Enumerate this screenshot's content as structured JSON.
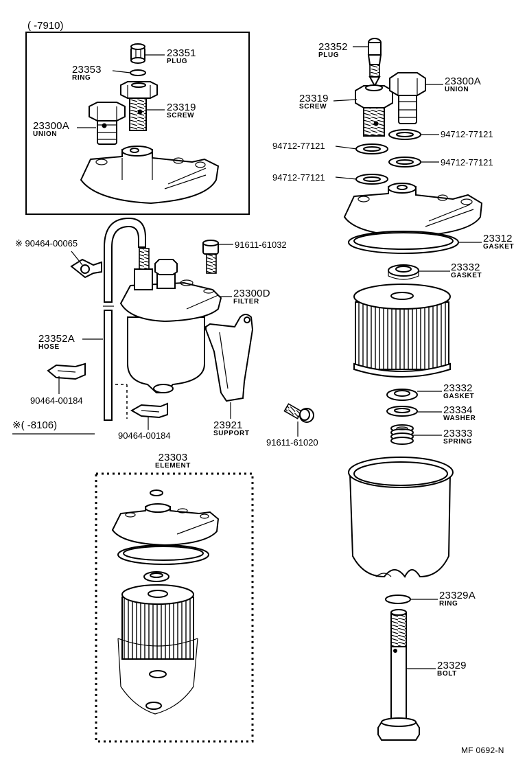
{
  "diagram": {
    "sections": {
      "inset_top": "(      -7910)",
      "inset_mark": "※(      -8106)",
      "element_kit": {
        "number": "23303",
        "name": "ELEMENT"
      }
    },
    "footer_code": "MF  0692-N",
    "callouts": {
      "c23351": {
        "number": "23351",
        "name": "PLUG"
      },
      "c23353": {
        "number": "23353",
        "name": "RING"
      },
      "c23319a": {
        "number": "23319",
        "name": "SCREW"
      },
      "c23300a_left": {
        "number": "23300A",
        "name": "UNION"
      },
      "c23352": {
        "number": "23352",
        "name": "PLUG"
      },
      "c23319b": {
        "number": "23319",
        "name": "SCREW"
      },
      "c23300a_right": {
        "number": "23300A",
        "name": "UNION"
      },
      "c94712_a": {
        "number": "94712-77121"
      },
      "c94712_b": {
        "number": "94712-77121"
      },
      "c94712_c": {
        "number": "94712-77121"
      },
      "c94712_d": {
        "number": "94712-77121"
      },
      "c23312": {
        "number": "23312",
        "name": "GASKET"
      },
      "c90464_65": {
        "number": "※ 90464-00065"
      },
      "c91611_32": {
        "number": "91611-61032"
      },
      "c23300d": {
        "number": "23300D",
        "name": "FILTER"
      },
      "c23332a": {
        "number": "23332",
        "name": "GASKET"
      },
      "c23352a": {
        "number": "23352A",
        "name": "HOSE"
      },
      "c90464_84a": {
        "number": "90464-00184"
      },
      "c90464_84b": {
        "number": "90464-00184"
      },
      "c23921": {
        "number": "23921",
        "name": "SUPPORT"
      },
      "c91611_20": {
        "number": "91611-61020"
      },
      "c23332b": {
        "number": "23332",
        "name": "GASKET"
      },
      "c23334": {
        "number": "23334",
        "name": "WASHER"
      },
      "c23333": {
        "number": "23333",
        "name": "SPRING"
      },
      "c23329a": {
        "number": "23329A",
        "name": "RING"
      },
      "c23329": {
        "number": "23329",
        "name": "BOLT"
      }
    }
  }
}
